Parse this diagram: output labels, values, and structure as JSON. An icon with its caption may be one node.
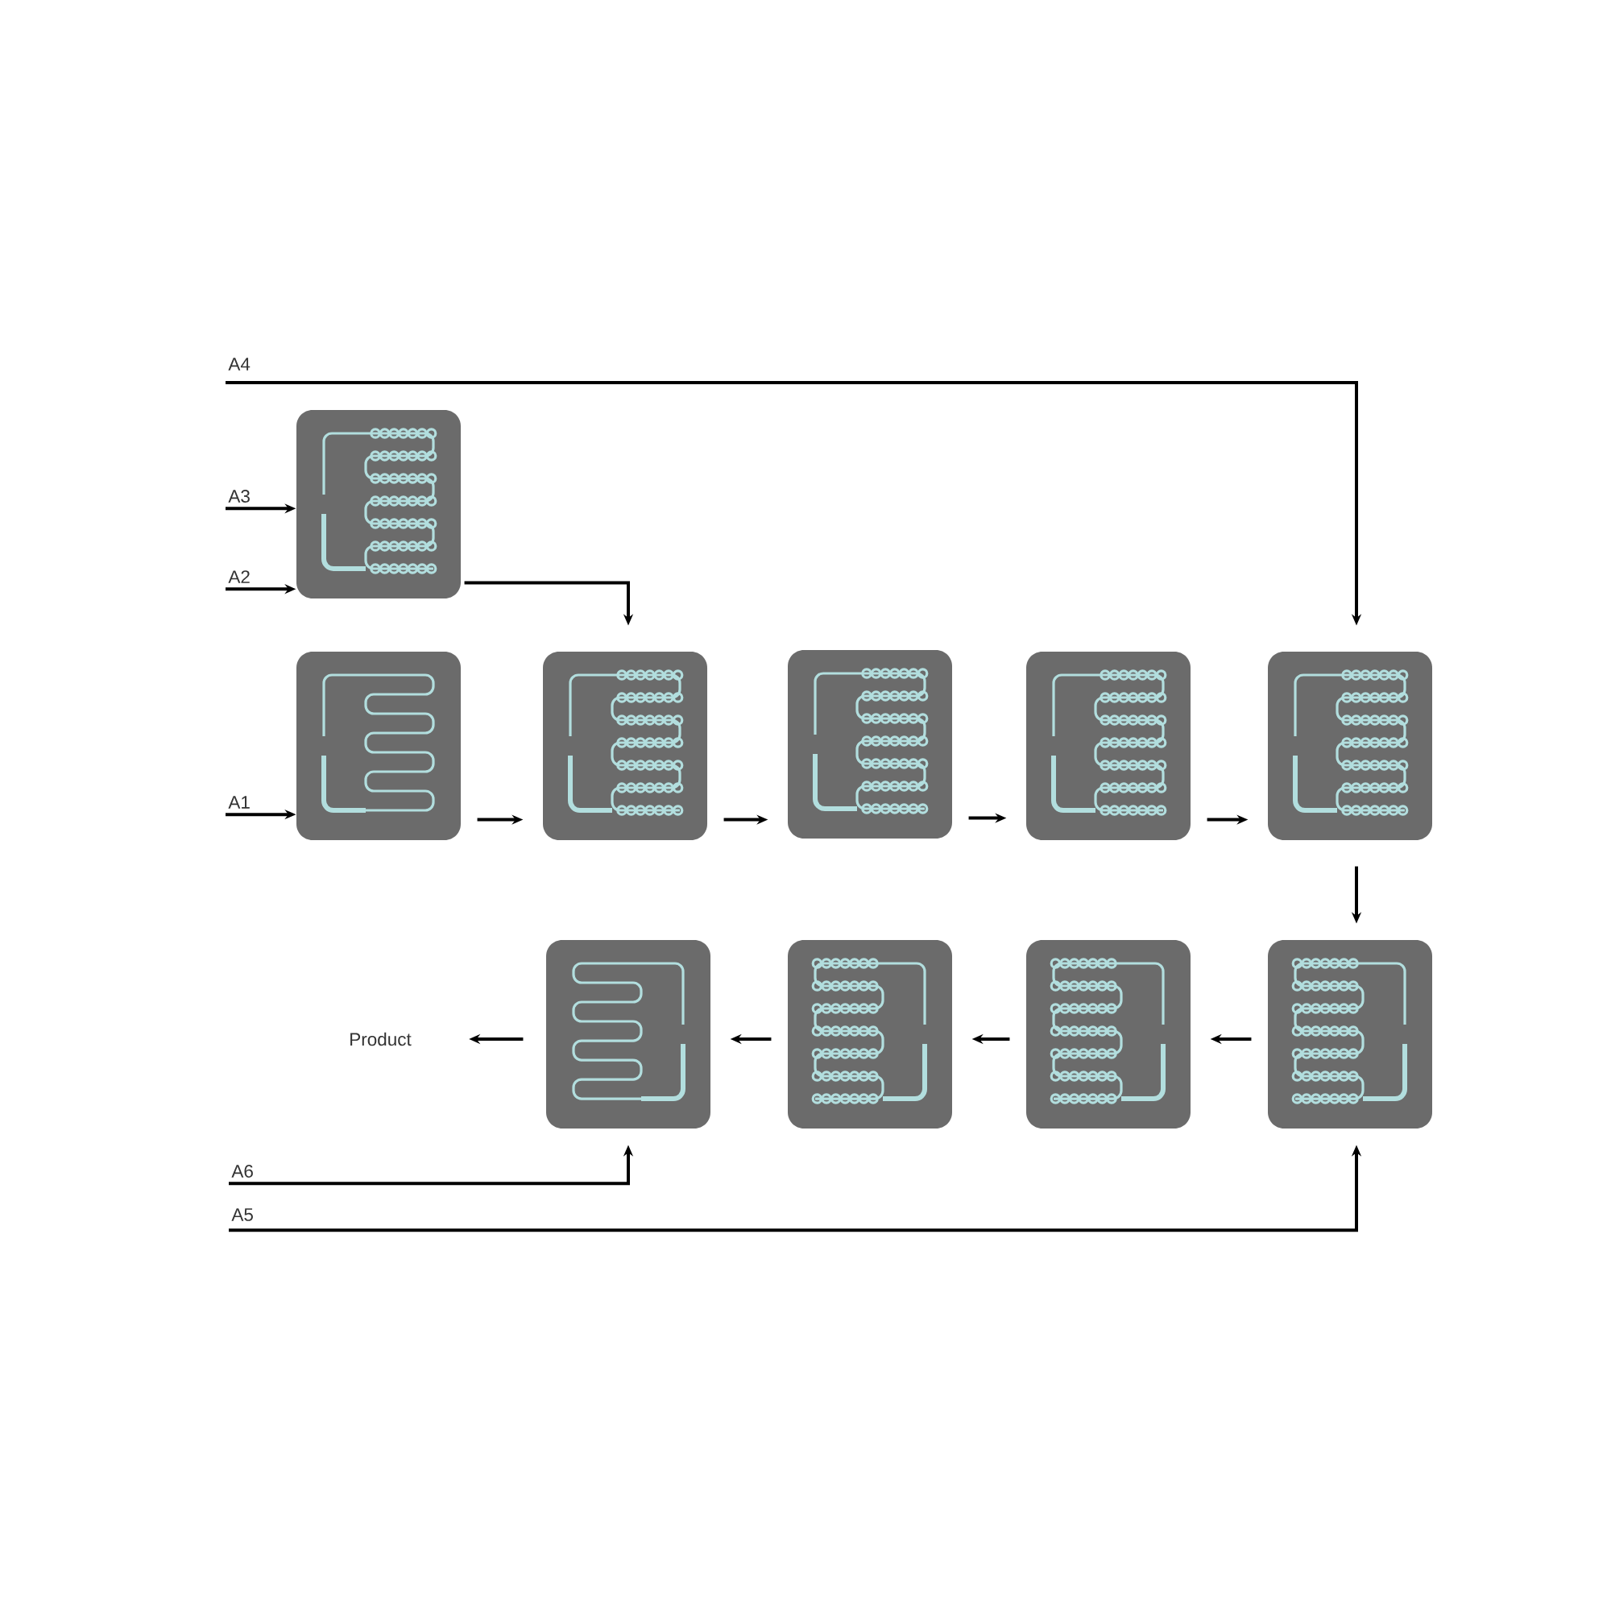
{
  "diagram": {
    "nodes": [
      {
        "text": [
          "A4"
        ]
      },
      {
        "text": [],
        "shape": "picture"
      },
      {
        "text": [
          "A3"
        ]
      },
      {
        "text": [
          "A2"
        ]
      },
      {
        "text": [
          "A1"
        ]
      },
      {
        "text": [],
        "shape": "picture"
      },
      {
        "text": [],
        "shape": "picture"
      },
      {
        "text": [],
        "shape": "picture"
      },
      {
        "text": [],
        "shape": "picture"
      },
      {
        "text": [],
        "shape": "picture"
      },
      {
        "text": [
          "Product"
        ]
      },
      {
        "text": [],
        "shape": "picture"
      },
      {
        "text": [],
        "shape": "picture"
      },
      {
        "text": [],
        "shape": "picture"
      },
      {
        "text": [],
        "shape": "picture"
      },
      {
        "text": [
          "A6"
        ]
      },
      {
        "text": [
          "A5"
        ]
      }
    ],
    "edges": [
      {
        "from": 0,
        "to": 9,
        "arrow": "to"
      },
      {
        "from": 2,
        "to": 1,
        "arrow": "to"
      },
      {
        "from": 3,
        "to": 1,
        "arrow": "to"
      },
      {
        "from": 4,
        "to": 5,
        "arrow": "to"
      },
      {
        "from": 1,
        "to": 6,
        "arrow": "to"
      },
      {
        "from": 5,
        "to": 6,
        "arrow": "to"
      },
      {
        "from": 6,
        "to": 7,
        "arrow": "to"
      },
      {
        "from": 7,
        "to": 8,
        "arrow": "to"
      },
      {
        "from": 8,
        "to": 9,
        "arrow": "to"
      },
      {
        "from": 9,
        "to": 14,
        "arrow": "to"
      },
      {
        "from": 14,
        "to": 13,
        "arrow": "to"
      },
      {
        "from": 13,
        "to": 12,
        "arrow": "to"
      },
      {
        "from": 12,
        "to": 11,
        "arrow": "to"
      },
      {
        "from": 11,
        "to": 10,
        "arrow": "to"
      },
      {
        "from": 15,
        "to": 11,
        "arrow": "to"
      },
      {
        "from": 16,
        "to": 14,
        "arrow": "to"
      }
    ]
  }
}
